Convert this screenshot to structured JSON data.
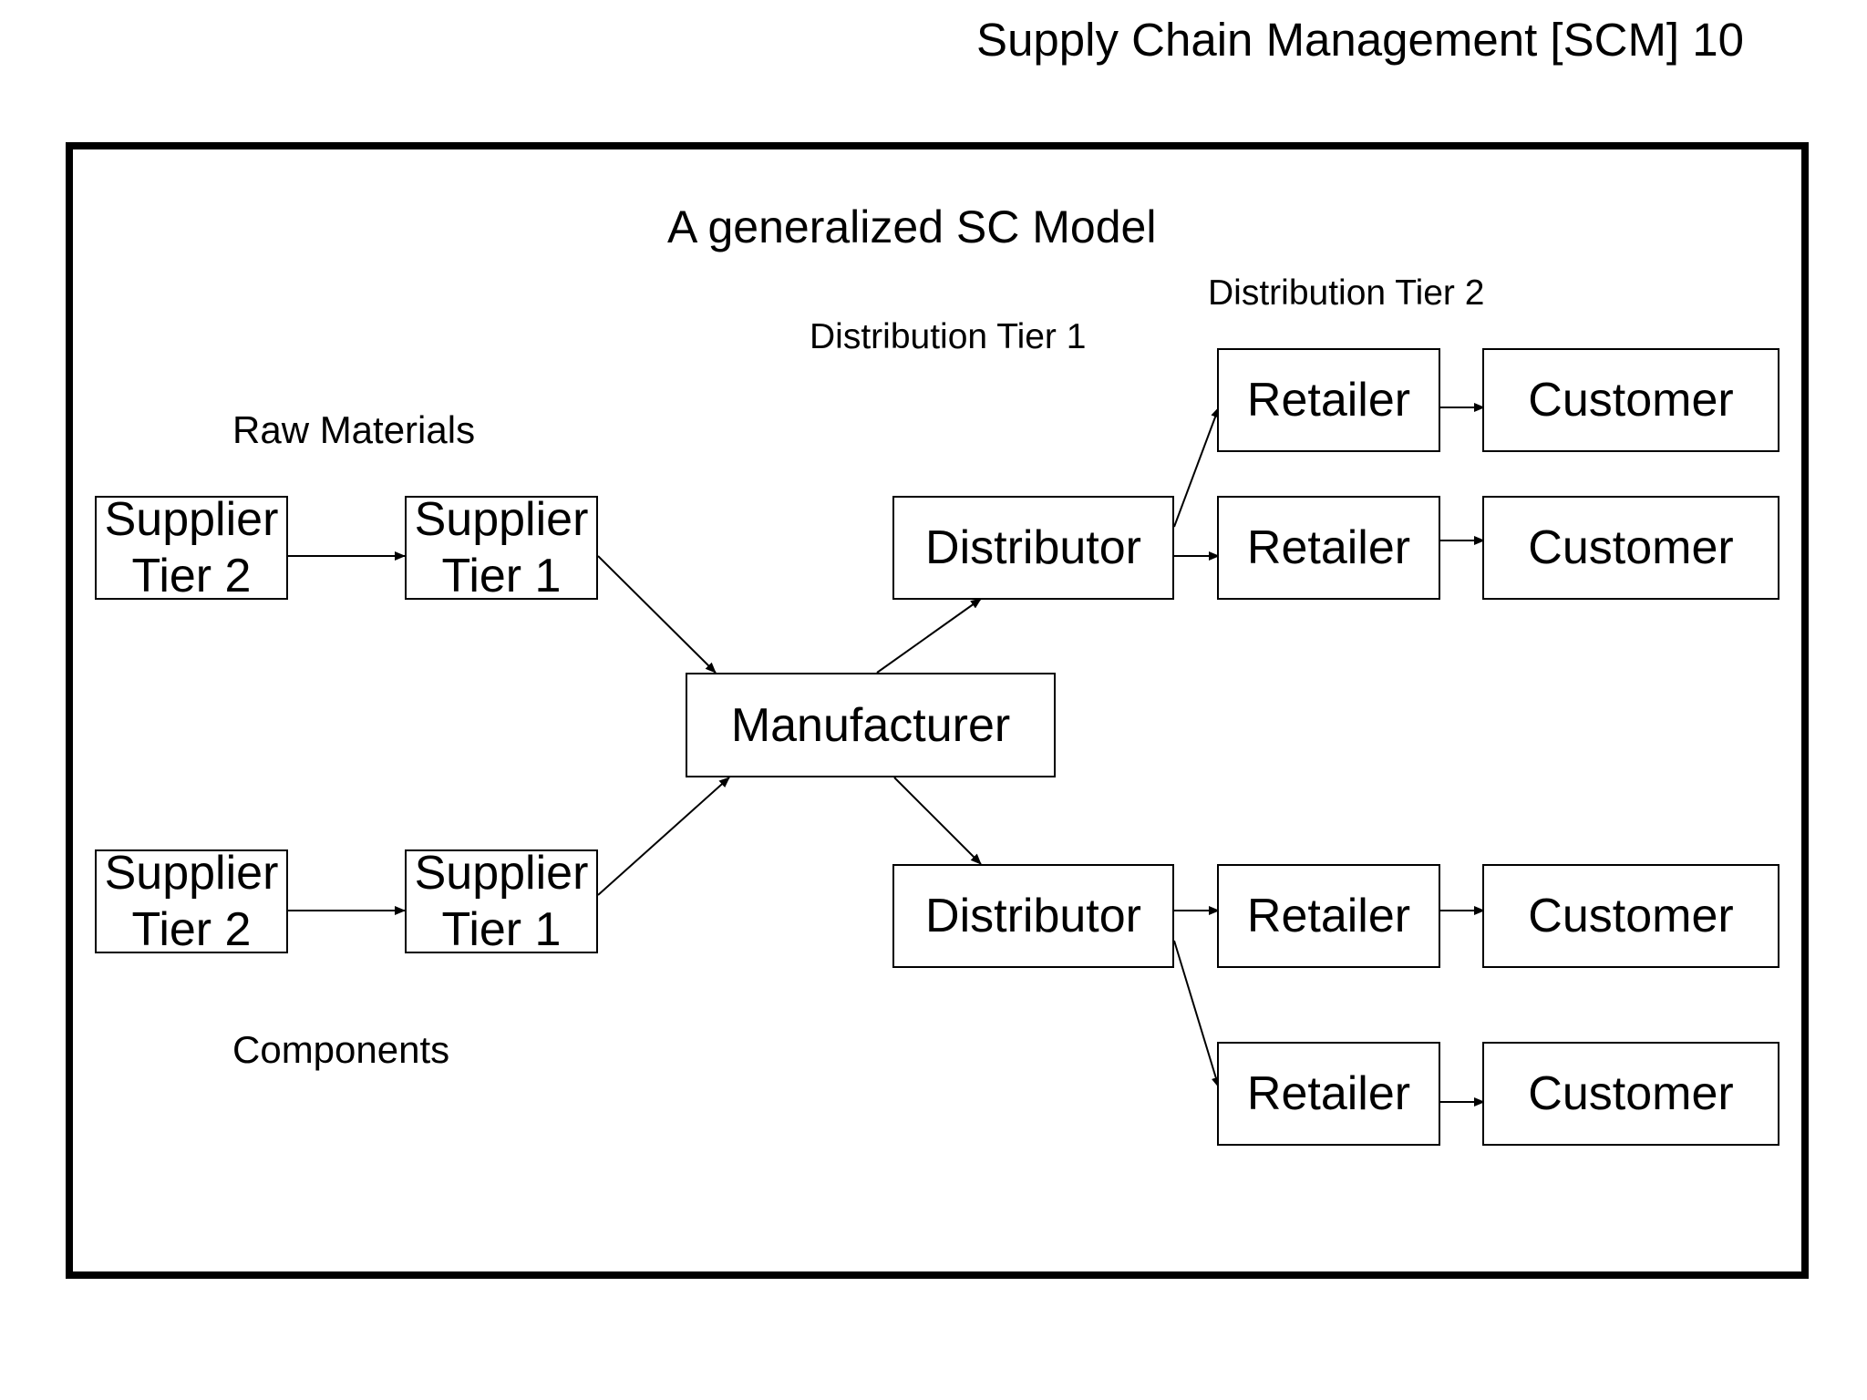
{
  "header": {
    "text": "Supply Chain Management [SCM] 10"
  },
  "diagram": {
    "title": "A generalized SC Model",
    "labels": {
      "raw_materials": "Raw Materials",
      "components": "Components",
      "distribution_tier_1": "Distribution Tier 1",
      "distribution_tier_2": "Distribution Tier 2"
    },
    "nodes": {
      "supplier_tier2_top": {
        "line1": "Supplier",
        "line2": "Tier 2"
      },
      "supplier_tier1_top": {
        "line1": "Supplier",
        "line2": "Tier 1"
      },
      "supplier_tier2_bottom": {
        "line1": "Supplier",
        "line2": "Tier 2"
      },
      "supplier_tier1_bottom": {
        "line1": "Supplier",
        "line2": "Tier 1"
      },
      "manufacturer": "Manufacturer",
      "distributor_top": "Distributor",
      "distributor_bottom": "Distributor",
      "retailer_1": "Retailer",
      "retailer_2": "Retailer",
      "retailer_3": "Retailer",
      "retailer_4": "Retailer",
      "customer_1": "Customer",
      "customer_2": "Customer",
      "customer_3": "Customer",
      "customer_4": "Customer"
    },
    "edges": [
      [
        "supplier_tier2_top",
        "supplier_tier1_top"
      ],
      [
        "supplier_tier2_bottom",
        "supplier_tier1_bottom"
      ],
      [
        "supplier_tier1_top",
        "manufacturer"
      ],
      [
        "supplier_tier1_bottom",
        "manufacturer"
      ],
      [
        "manufacturer",
        "distributor_top"
      ],
      [
        "manufacturer",
        "distributor_bottom"
      ],
      [
        "distributor_top",
        "retailer_1"
      ],
      [
        "distributor_top",
        "retailer_2"
      ],
      [
        "distributor_bottom",
        "retailer_3"
      ],
      [
        "distributor_bottom",
        "retailer_4"
      ],
      [
        "retailer_1",
        "customer_1"
      ],
      [
        "retailer_2",
        "customer_2"
      ],
      [
        "retailer_3",
        "customer_3"
      ],
      [
        "retailer_4",
        "customer_4"
      ]
    ]
  }
}
